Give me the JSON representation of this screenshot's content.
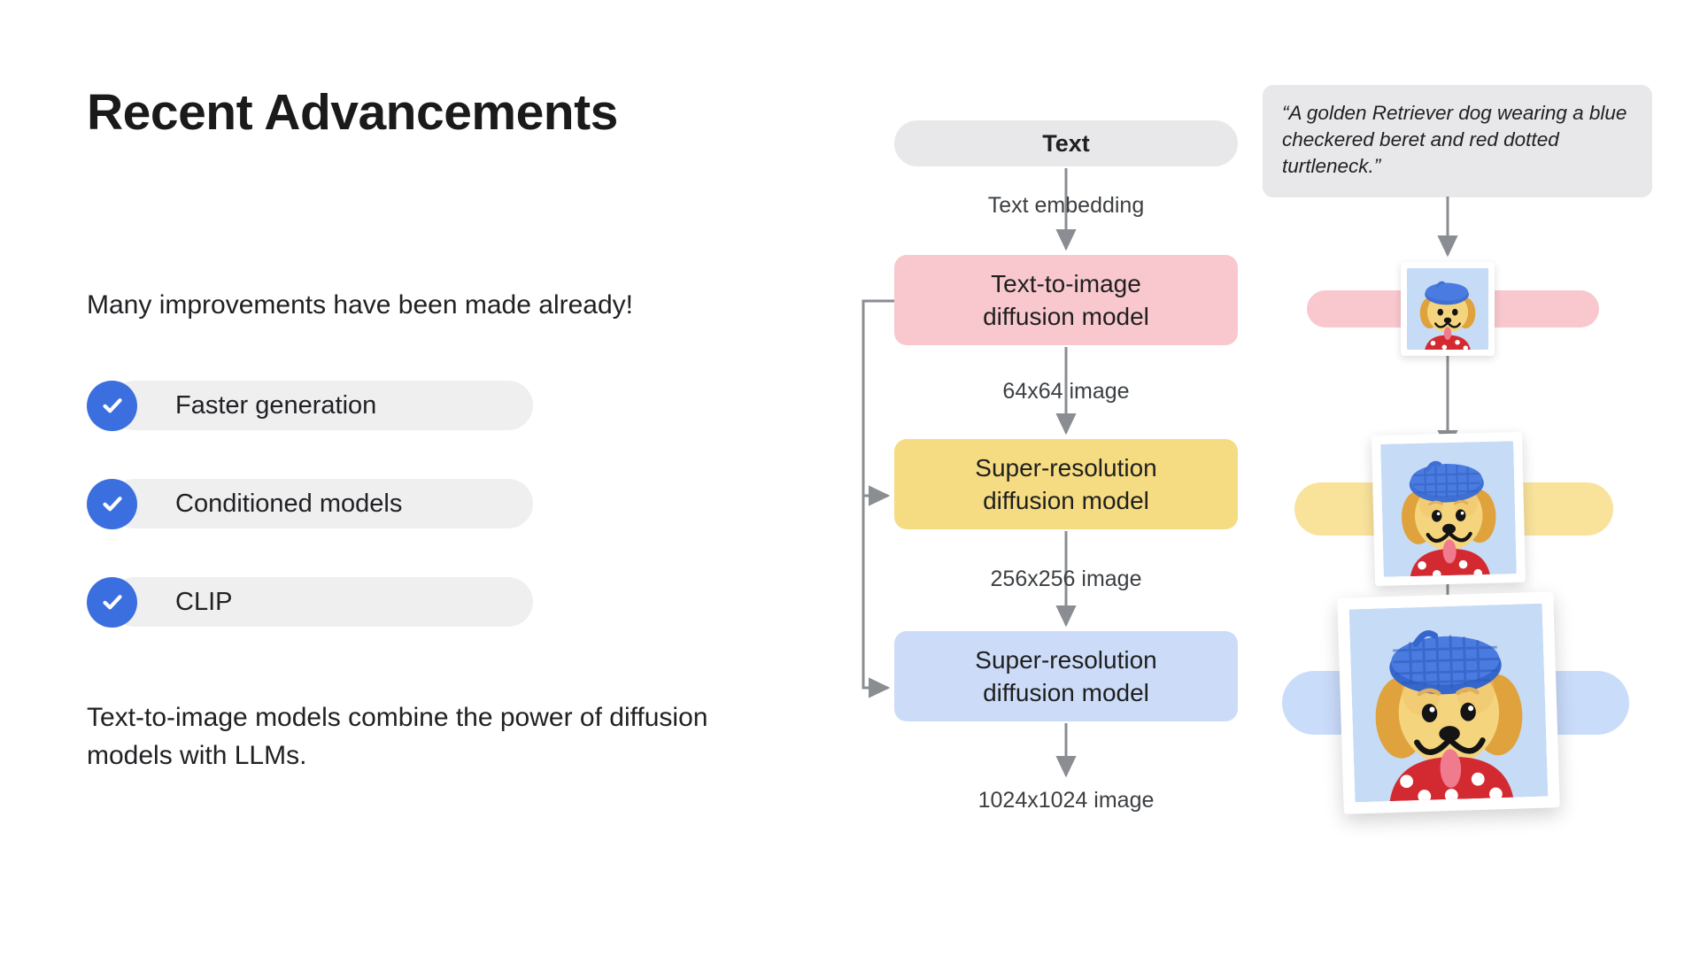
{
  "slide": {
    "title": "Recent Advancements",
    "lead_text": "Many improvements have been made already!",
    "closing_text": "Text-to-image models combine the power of diffusion models with LLMs.",
    "accent_blue": "#3B6FE0",
    "pill_gray": "#EFEFEF"
  },
  "checklist": {
    "items": [
      {
        "label": "Faster generation"
      },
      {
        "label": "Conditioned models"
      },
      {
        "label": "CLIP"
      }
    ]
  },
  "pipeline": {
    "input_node": "Text",
    "nodes": [
      {
        "line1": "Text-to-image",
        "line2": "diffusion model",
        "color": "#F8C8CE"
      },
      {
        "line1": "Super-resolution",
        "line2": "diffusion model",
        "color": "#F5DC82"
      },
      {
        "line1": "Super-resolution",
        "line2": "diffusion model",
        "color": "#CCDCF8"
      }
    ],
    "edge_labels": {
      "embedding": "Text embedding",
      "res_64": "64x64 image",
      "res_256": "256x256 image",
      "res_1024": "1024x1024 image"
    }
  },
  "outputs": {
    "prompt": "“A golden Retriever dog wearing a blue checkered beret and red dotted turtleneck.”",
    "stages": [
      {
        "bar_color": "#F8C8CE",
        "size": "64x64"
      },
      {
        "bar_color": "#F9E39B",
        "size": "256x256"
      },
      {
        "bar_color": "#C9DCFA",
        "size": "1024x1024"
      }
    ],
    "image_subject": "golden retriever dog with blue checkered beret and red dotted turtleneck"
  }
}
